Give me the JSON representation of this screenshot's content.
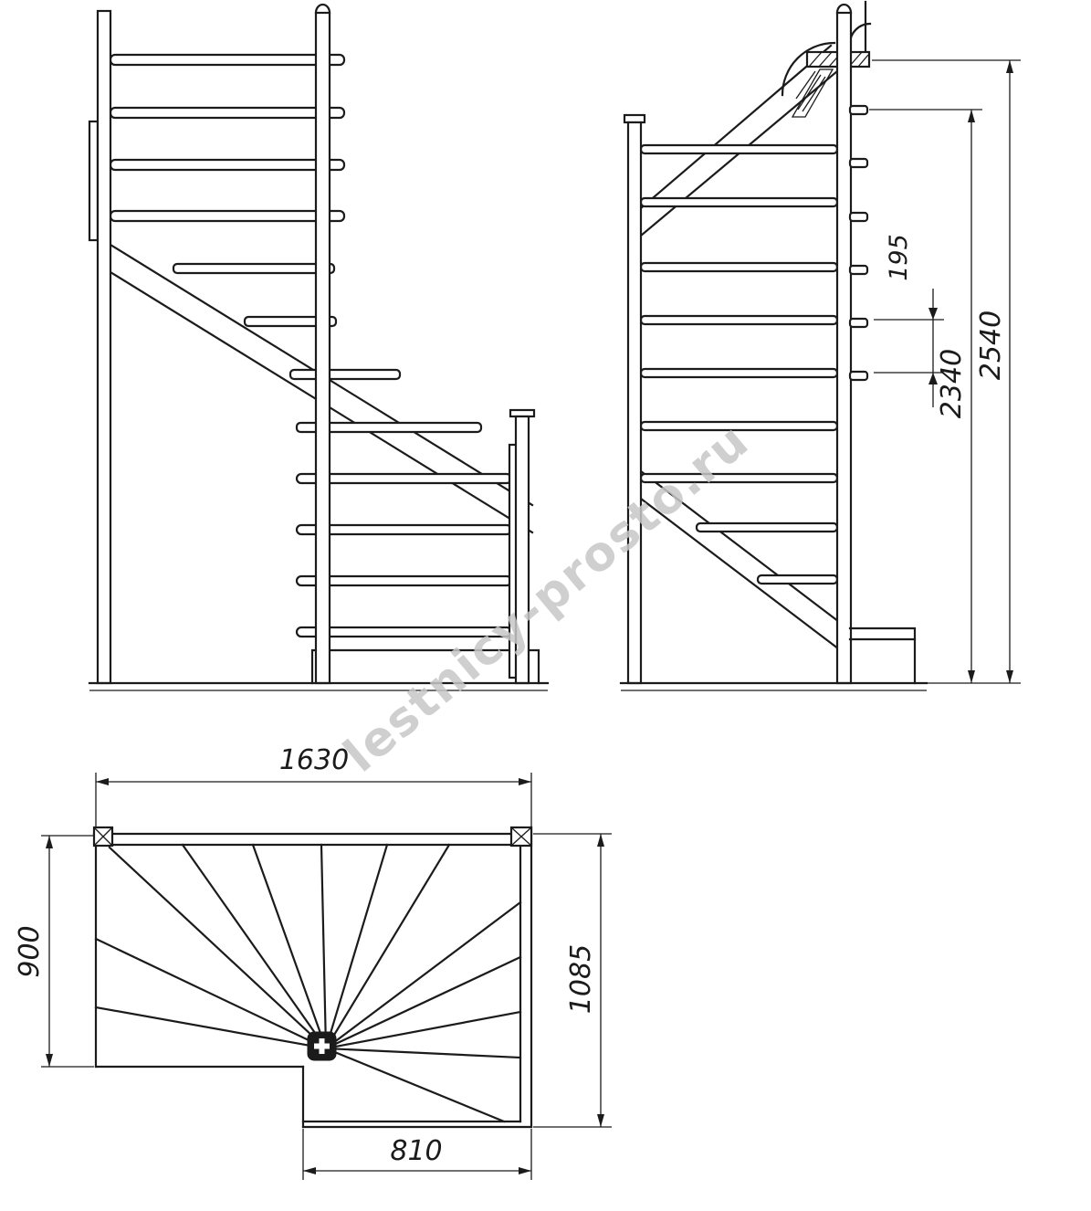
{
  "watermark": {
    "text": "lestnicy-prosto.ru"
  },
  "dimensions": {
    "side_view": {
      "step_rise": "195",
      "height_to_top_step": "2340",
      "total_height": "2540"
    },
    "plan_view": {
      "overall_length": "1630",
      "left_width": "900",
      "right_length": "1085",
      "lower_width": "810"
    }
  }
}
